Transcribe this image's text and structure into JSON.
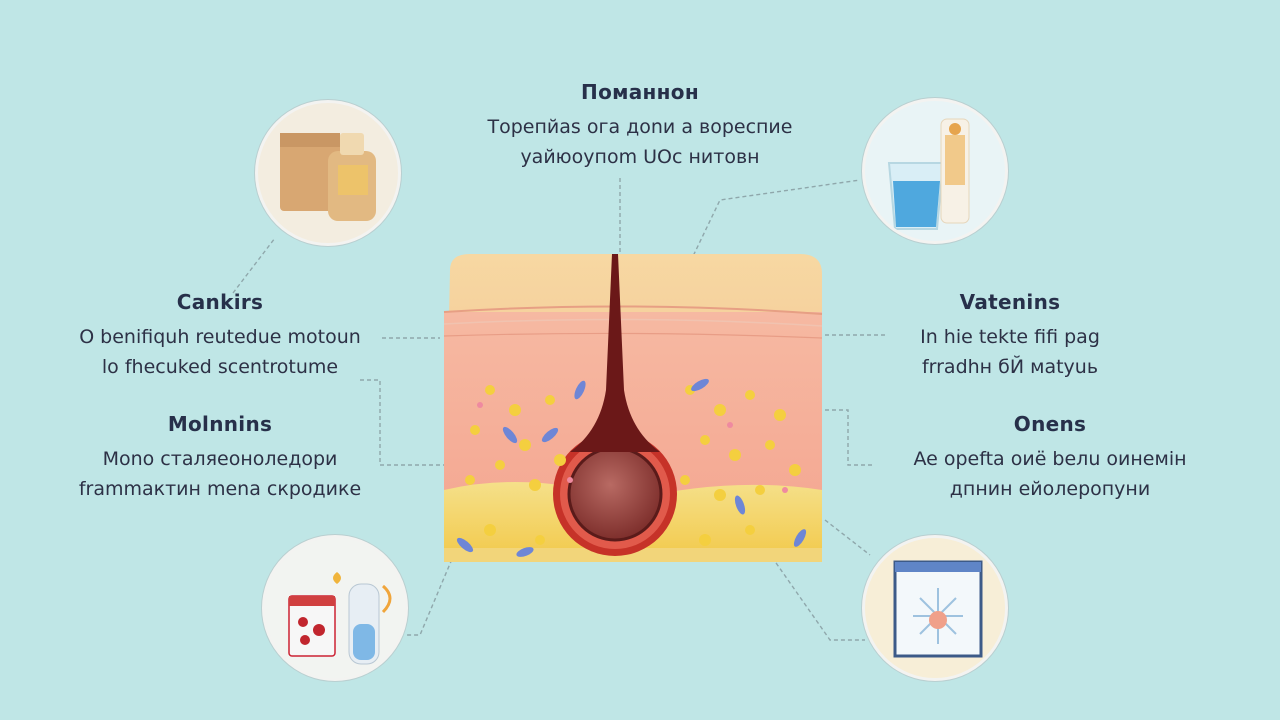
{
  "top": {
    "title": "Поманнон",
    "lines": [
      "Торепйаs ога доnи а вореспие",
      "уайюоyпоm UОс нитовн"
    ]
  },
  "left_upper": {
    "title": "Cankirs",
    "lines": [
      "O benifiquh reutedue motoun",
      "lo fhecuked scentrotume"
    ]
  },
  "left_lower": {
    "title": "Molnnins",
    "lines": [
      "Mono cталяеоноледори",
      "frammaктин mena скродике"
    ]
  },
  "right_upper": {
    "title": "Vatenins",
    "lines": [
      "In hie tekte fifi pag",
      "frradhн бЙ мatyuь"
    ]
  },
  "right_lower": {
    "title": "Onens",
    "lines": [
      "Ae opefta оиё beлu оинемiн",
      "дпнин ейолеропуни"
    ]
  },
  "icons": {
    "top_left": "skincare-bottles-icon",
    "top_right": "water-glass-and-cream-tube-icon",
    "bottom_left": "supplement-pills-and-dropper-icon",
    "bottom_right": "snowflake-card-icon"
  },
  "colors": {
    "background": "#bfe6e6",
    "text": "#2d3146",
    "epidermis": "#f6c99a",
    "dermis": "#f3b0a0",
    "fat_layer": "#f5d25a",
    "follicle": "#7a1f1f",
    "gland_ring": "#d9362b"
  }
}
